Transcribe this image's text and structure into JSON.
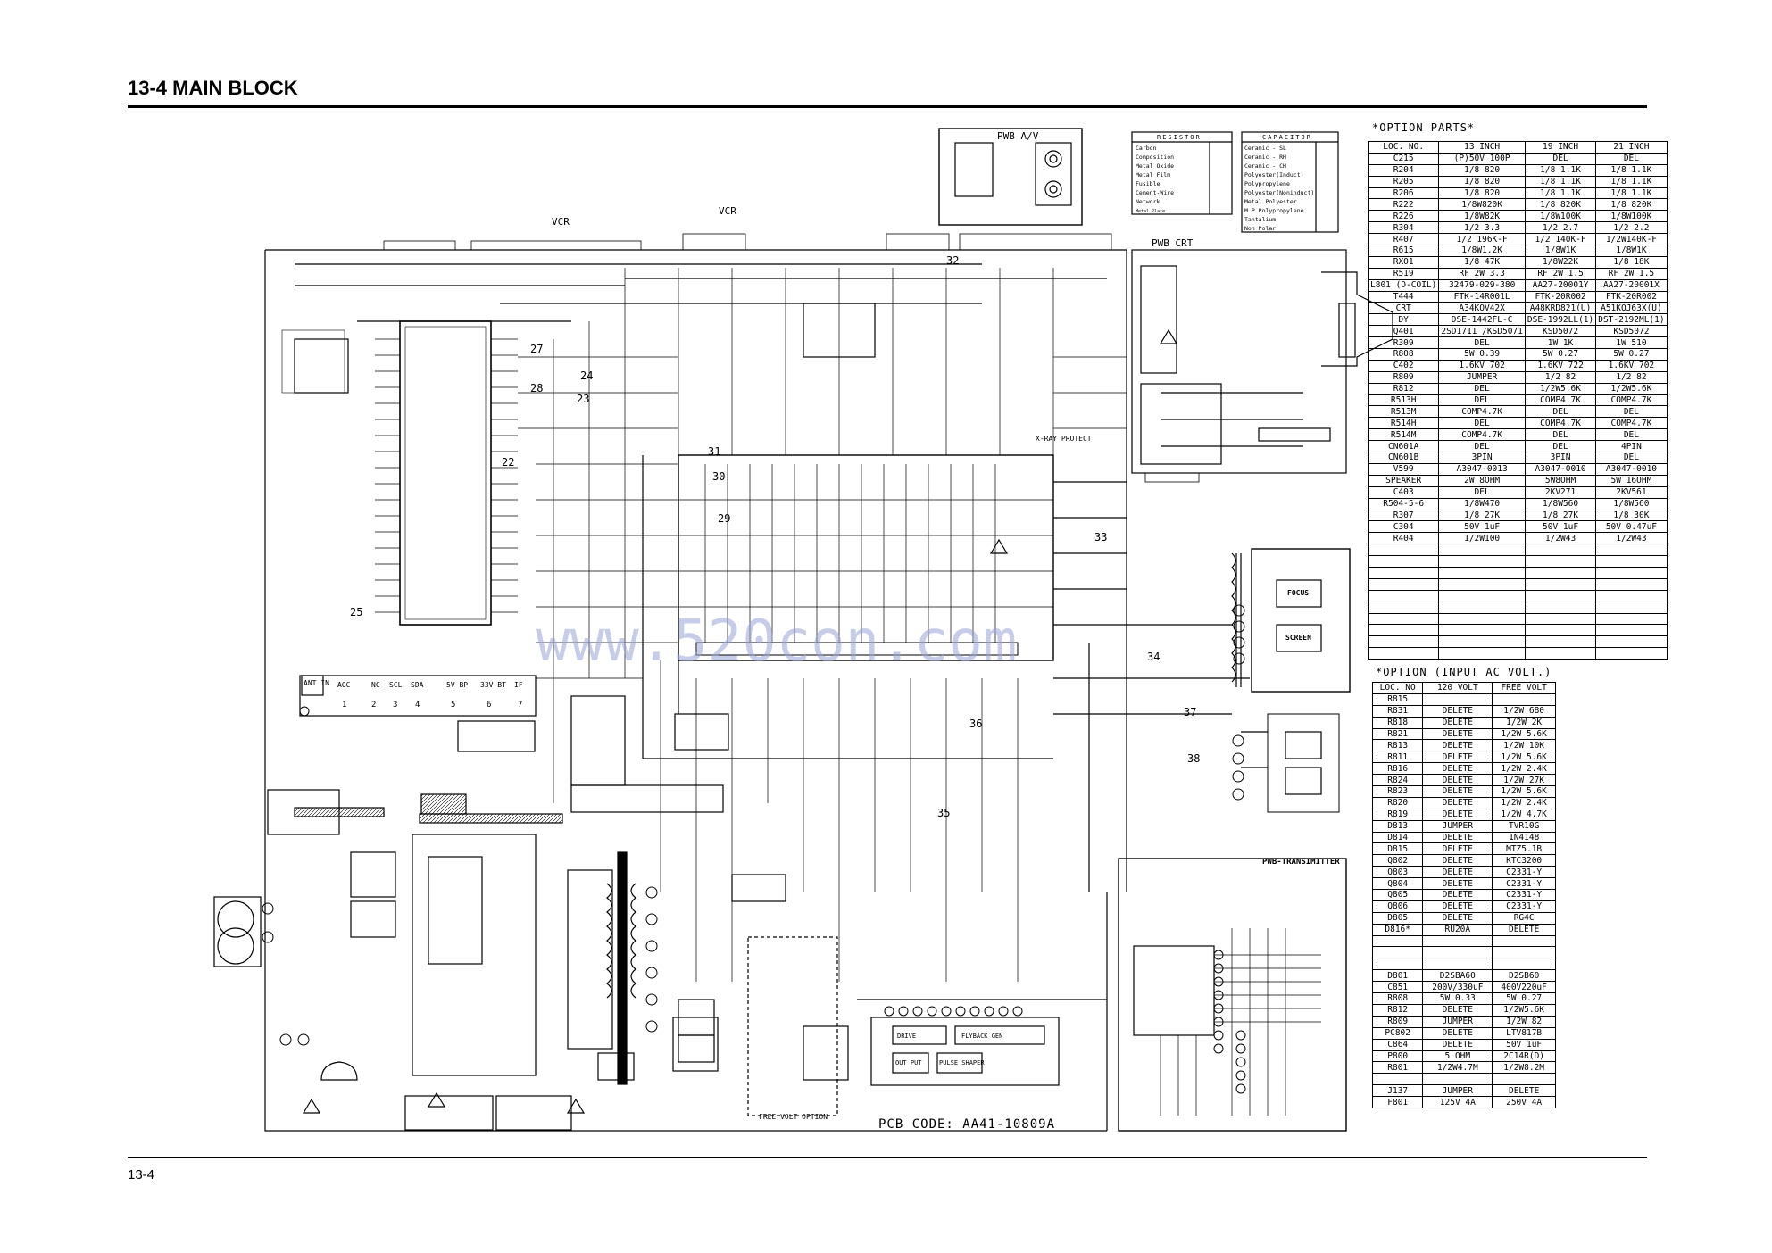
{
  "page": {
    "title": "13-4 MAIN BLOCK",
    "page_number": "13-4"
  },
  "schematic": {
    "pcb_code": "PCB CODE: AA41-10809A",
    "labels": {
      "pwb_av": "PWB A/V",
      "pwb_crt": "PWB CRT",
      "pwb_transmitter": "PWB-TRANSIMITTER",
      "vcr_left": "VCR",
      "vcr_right": "VCR",
      "xray": "X-RAY PROTECT",
      "free_volt": "FREE VOLT OPTION",
      "focus": "FOCUS",
      "screen": "SCREEN",
      "ant_in": "ANT IN",
      "drive": "DRIVE",
      "flyback_gen": "FLYBACK GEN",
      "out_put": "OUT PUT",
      "pulse_shaper": "PULSE SHAPER"
    },
    "terminal_block": [
      "AGC",
      "NC",
      "SCL",
      "SDA",
      "5V BP",
      "33V BT",
      "IF"
    ],
    "terminal_numbers": [
      "1",
      "2",
      "3",
      "4",
      "5",
      "6",
      "7"
    ],
    "net_numbers": [
      "22",
      "23",
      "24",
      "25",
      "27",
      "28",
      "29",
      "30",
      "31",
      "32",
      "33",
      "34",
      "35",
      "36",
      "37",
      "38"
    ],
    "watermark": "www.520con.com",
    "resistor_legend": {
      "header": "RESISTOR",
      "items": [
        "Carbon",
        "Composition",
        "Metal Oxide",
        "Metal Film",
        "Fusible",
        "Cement-Wire",
        "Network",
        "Metal Plate"
      ]
    },
    "capacitor_legend": {
      "header": "CAPACITOR",
      "items": [
        "Ceramic - SL",
        "Ceramic - RH",
        "Ceramic - CH",
        "Polyester(Induct)",
        "Polypropylene",
        "Polyester(Noninduct)",
        "Metal Polyester",
        "M.P.Polypropylene",
        "Tantalium",
        "Non Polar"
      ]
    }
  },
  "option_parts": {
    "title": "*OPTION PARTS*",
    "columns": [
      "LOC. NO.",
      "13 INCH",
      "19 INCH",
      "21 INCH"
    ],
    "rows": [
      [
        "C215",
        "(P)50V 100P",
        "DEL",
        "DEL"
      ],
      [
        "R204",
        "1/8 820",
        "1/8 1.1K",
        "1/8 1.1K"
      ],
      [
        "R205",
        "1/8 820",
        "1/8 1.1K",
        "1/8 1.1K"
      ],
      [
        "R206",
        "1/8 820",
        "1/8 1.1K",
        "1/8 1.1K"
      ],
      [
        "R222",
        "1/8W820K",
        "1/8 820K",
        "1/8 820K"
      ],
      [
        "R226",
        "1/8W82K",
        "1/8W100K",
        "1/8W100K"
      ],
      [
        "R304",
        "1/2 3.3",
        "1/2 2.7",
        "1/2 2.2"
      ],
      [
        "R407",
        "1/2 196K-F",
        "1/2 140K-F",
        "1/2W140K-F"
      ],
      [
        "R615",
        "1/8W1.2K",
        "1/8W1K",
        "1/8W1K"
      ],
      [
        "RX01",
        "1/8 47K",
        "1/8W22K",
        "1/8 18K"
      ],
      [
        "R519",
        "RF 2W 3.3",
        "RF 2W 1.5",
        "RF 2W 1.5"
      ],
      [
        "L801 (D-COIL)",
        "32479-029-380",
        "AA27-20001Y",
        "AA27-20001X"
      ],
      [
        "T444",
        "FTK-14R001L",
        "FTK-20R002",
        "FTK-20R002"
      ],
      [
        "CRT",
        "A34KQV42X",
        "A48KRD821(U)",
        "A51KQJ63X(U)"
      ],
      [
        "DY",
        "DSE-1442FL-C",
        "DSE-1992LL(1)",
        "DST-2192ML(1)"
      ],
      [
        "Q401",
        "2SD1711 /KSD5071",
        "KSD5072",
        "KSD5072"
      ],
      [
        "R309",
        "DEL",
        "1W 1K",
        "1W 510"
      ],
      [
        "R808",
        "5W 0.39",
        "5W 0.27",
        "5W 0.27"
      ],
      [
        "C402",
        "1.6KV 702",
        "1.6KV 722",
        "1.6KV 702"
      ],
      [
        "R809",
        "JUMPER",
        "1/2 82",
        "1/2 82"
      ],
      [
        "R812",
        "DEL",
        "1/2W5.6K",
        "1/2W5.6K"
      ],
      [
        "R513H",
        "DEL",
        "COMP4.7K",
        "COMP4.7K"
      ],
      [
        "R513M",
        "COMP4.7K",
        "DEL",
        "DEL"
      ],
      [
        "R514H",
        "DEL",
        "COMP4.7K",
        "COMP4.7K"
      ],
      [
        "R514M",
        "COMP4.7K",
        "DEL",
        "DEL"
      ],
      [
        "CN601A",
        "DEL",
        "DEL",
        "4PIN"
      ],
      [
        "CN601B",
        "3PIN",
        "3PIN",
        "DEL"
      ],
      [
        "V599",
        "A3047-0013",
        "A3047-0010",
        "A3047-0010"
      ],
      [
        "SPEAKER",
        "2W 8OHM",
        "5W8OHM",
        "5W 16OHM"
      ],
      [
        "C403",
        "DEL",
        "2KV271",
        "2KV561"
      ],
      [
        "R504-5-6",
        "1/8W470",
        "1/8W560",
        "1/8W560"
      ],
      [
        "R307",
        "1/8 27K",
        "1/8 27K",
        "1/8 30K"
      ],
      [
        "C304",
        "50V 1uF",
        "50V 1uF",
        "50V 0.47uF"
      ],
      [
        "R404",
        "1/2W100",
        "1/2W43",
        "1/2W43"
      ],
      [
        "",
        "",
        "",
        ""
      ],
      [
        "",
        "",
        "",
        ""
      ],
      [
        "",
        "",
        "",
        ""
      ],
      [
        "",
        "",
        "",
        ""
      ],
      [
        "",
        "",
        "",
        ""
      ],
      [
        "",
        "",
        "",
        ""
      ],
      [
        "",
        "",
        "",
        ""
      ],
      [
        "",
        "",
        "",
        ""
      ],
      [
        "",
        "",
        "",
        ""
      ],
      [
        "",
        "",
        "",
        ""
      ]
    ]
  },
  "option_input": {
    "title": "*OPTION (INPUT AC VOLT.)",
    "columns": [
      "LOC. NO",
      "120 VOLT",
      "FREE VOLT"
    ],
    "rows": [
      [
        "R815",
        "",
        ""
      ],
      [
        "R831",
        "DELETE",
        "1/2W 680"
      ],
      [
        "R818",
        "DELETE",
        "1/2W 2K"
      ],
      [
        "R821",
        "DELETE",
        "1/2W 5.6K"
      ],
      [
        "R813",
        "DELETE",
        "1/2W 10K"
      ],
      [
        "R811",
        "DELETE",
        "1/2W 5.6K"
      ],
      [
        "R816",
        "DELETE",
        "1/2W 2.4K"
      ],
      [
        "R824",
        "DELETE",
        "1/2W 27K"
      ],
      [
        "R823",
        "DELETE",
        "1/2W 5.6K"
      ],
      [
        "R820",
        "DELETE",
        "1/2W 2.4K"
      ],
      [
        "R819",
        "DELETE",
        "1/2W 4.7K"
      ],
      [
        "D813",
        "JUMPER",
        "TVR10G"
      ],
      [
        "D814",
        "DELETE",
        "1N4148"
      ],
      [
        "D815",
        "DELETE",
        "MTZ5.1B"
      ],
      [
        "Q802",
        "DELETE",
        "KTC3200"
      ],
      [
        "Q803",
        "DELETE",
        "C2331-Y"
      ],
      [
        "Q804",
        "DELETE",
        "C2331-Y"
      ],
      [
        "Q805",
        "DELETE",
        "C2331-Y"
      ],
      [
        "Q806",
        "DELETE",
        "C2331-Y"
      ],
      [
        "D805",
        "DELETE",
        "RG4C"
      ],
      [
        "D816*",
        "RU20A",
        "DELETE"
      ],
      [
        "",
        "",
        ""
      ],
      [
        "",
        "",
        ""
      ],
      [
        "",
        "",
        ""
      ],
      [
        "D801",
        "D2SBA60",
        "D2SB60"
      ],
      [
        "C851",
        "200V/330uF",
        "400V220uF"
      ],
      [
        "R808",
        "5W 0.33",
        "5W 0.27"
      ],
      [
        "R812",
        "DELETE",
        "1/2W5.6K"
      ],
      [
        "R809",
        "JUMPER",
        "1/2W 82"
      ],
      [
        "PC802",
        "DELETE",
        "LTV817B"
      ],
      [
        "C864",
        "DELETE",
        "50V 1uF"
      ],
      [
        "P800",
        "5 OHM",
        "2C14R(D)"
      ],
      [
        "R801",
        "1/2W4.7M",
        "1/2W8.2M"
      ],
      [
        "",
        "",
        ""
      ],
      [
        "J137",
        "JUMPER",
        "DELETE"
      ],
      [
        "F801",
        "125V 4A",
        "250V 4A"
      ]
    ]
  }
}
